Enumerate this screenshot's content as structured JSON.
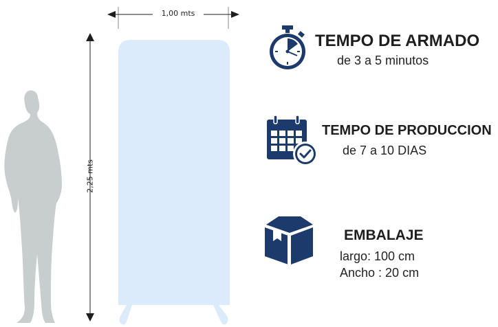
{
  "dimensions": {
    "width_label": "1,00 mts",
    "height_label": "2,25 mts"
  },
  "info": {
    "assembly": {
      "title": "TEMPO DE ARMADO",
      "detail": "de 3 a 5 minutos",
      "icon": "stopwatch-icon"
    },
    "production": {
      "title": "TEMPO DE PRODUCCION",
      "detail": "de 7 a 10 DIAS",
      "icon": "calendar-check-icon"
    },
    "packaging": {
      "title": "EMBALAJE",
      "length": "largo: 100 cm",
      "width": "Ancho : 20 cm",
      "icon": "box-icon"
    }
  },
  "colors": {
    "banner": "#dcebfb",
    "silhouette": "#c8cdcd",
    "icon": "#1c3a6b"
  }
}
